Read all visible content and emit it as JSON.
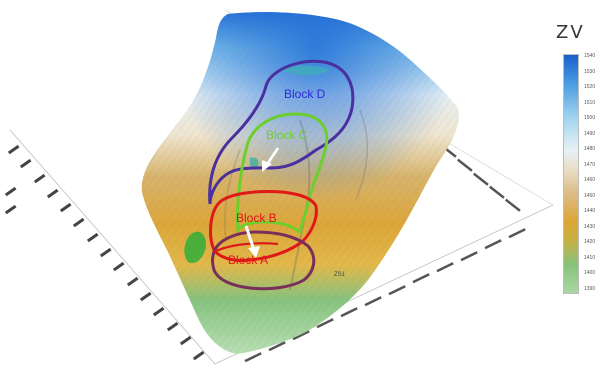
{
  "map": {
    "blocks": [
      {
        "label": "Block D",
        "color": "#2b2bd8"
      },
      {
        "label": "Block C",
        "color": "#6ccf2c"
      },
      {
        "label": "Block B",
        "color": "#e01818"
      },
      {
        "label": "Block A",
        "color": "#e01818"
      }
    ],
    "contour_labels": [
      "ZS1"
    ]
  },
  "legend": {
    "title": "ZV",
    "ticks": [
      "1540",
      "1530",
      "1520",
      "1510",
      "1500",
      "1490",
      "1480",
      "1470",
      "1460",
      "1450",
      "1440",
      "1430",
      "1420",
      "1410",
      "1400",
      "1390"
    ],
    "colors": [
      "#1a5fc9",
      "#4a9ce3",
      "#9fd3ee",
      "#e7f1f6",
      "#e9dfc8",
      "#dcbc86",
      "#dca533",
      "#c8b045",
      "#86c27a",
      "#a9d7a2"
    ]
  }
}
